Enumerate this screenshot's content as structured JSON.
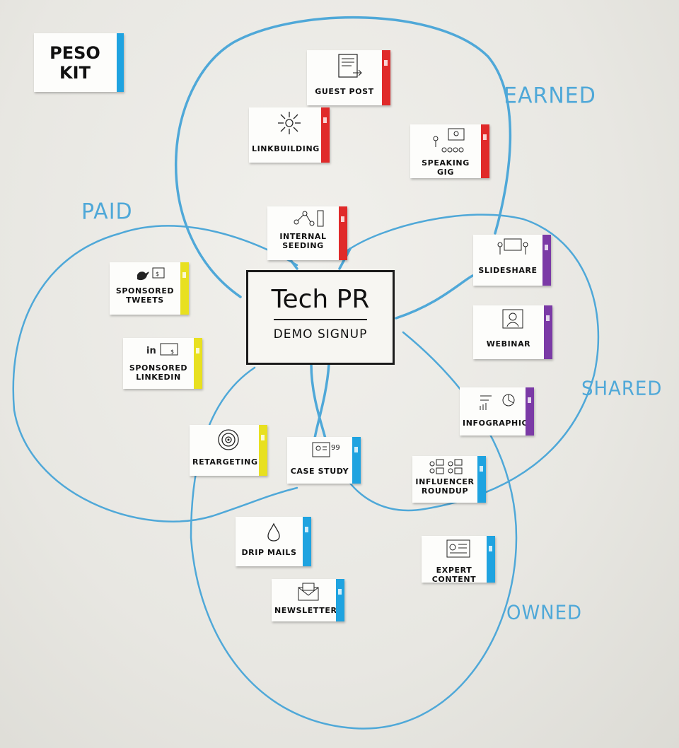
{
  "center": {
    "title": "Tech PR",
    "subtitle": "DEMO SIGNUP"
  },
  "kit_label": "PESO KIT",
  "regions": {
    "earned": "EARNED",
    "paid": "PAID",
    "shared": "SHARED",
    "owned": "OWNED"
  },
  "colors": {
    "earned": "#e02a2a",
    "shared": "#7b3aa6",
    "paid": "#e8e020",
    "owned": "#1fa3e0",
    "marker": "#4fa8d8"
  },
  "cards": {
    "guest_post": "GUEST POST",
    "linkbuilding": "LINKBUILDING",
    "speaking_gig": "SPEAKING GIG",
    "internal_seeding": "INTERNAL SEEDING",
    "slideshare": "SLIDESHARE",
    "webinar": "WEBINAR",
    "infographic": "INFOGRAPHIC",
    "sponsored_tweets": "SPONSORED TWEETS",
    "sponsored_linkedin": "SPONSORED LINKEDIN",
    "retargeting": "RETARGETING",
    "case_study": "CASE STUDY",
    "influencer_roundup": "INFLUENCER ROUNDUP",
    "drip_mails": "DRIP MAILS",
    "expert_content": "EXPERT CONTENT",
    "newsletter": "NEWSLETTER"
  },
  "icons": {
    "guest_post": "document-icon",
    "linkbuilding": "sunburst-icon",
    "speaking_gig": "presenter-icon",
    "internal_seeding": "network-icon",
    "slideshare": "slide-presentation-icon",
    "webinar": "screen-person-icon",
    "infographic": "chart-icon",
    "sponsored_tweets": "twitter-bird-icon",
    "sponsored_linkedin": "linkedin-icon",
    "retargeting": "target-icon",
    "case_study": "quote-document-icon",
    "influencer_roundup": "speech-bubbles-icon",
    "drip_mails": "drop-icon",
    "expert_content": "profile-card-icon",
    "newsletter": "envelope-icon"
  }
}
